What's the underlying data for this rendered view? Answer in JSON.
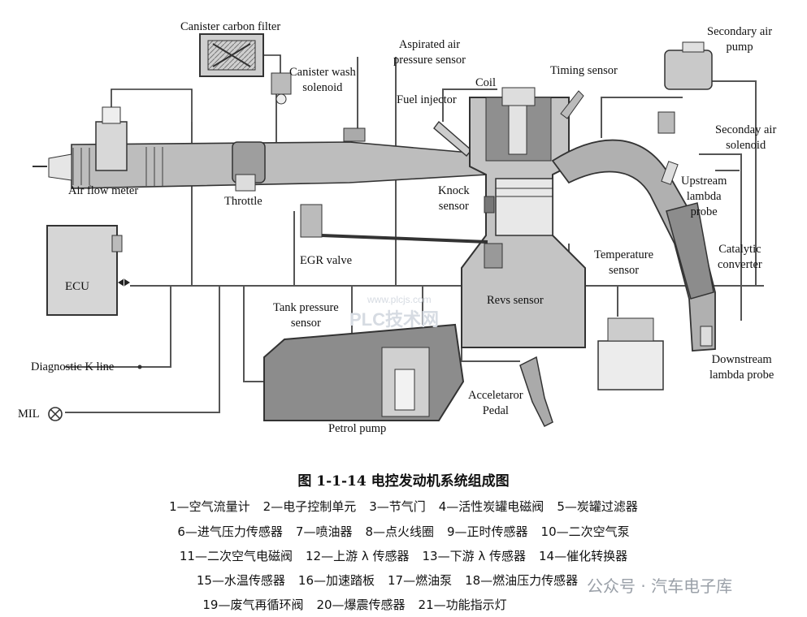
{
  "labels": {
    "canister_filter": "Canister carbon filter",
    "aspirated_sensor": "Aspirated air\npressure sensor",
    "canister_wash": "Canister wash\nsolenoid",
    "coil": "Coil",
    "timing_sensor": "Timing sensor",
    "secondary_pump": "Secondary air\npump",
    "seconday_solenoid": "Seconday air\nsolenoid",
    "fuel_injector": "Fuel injector",
    "air_flow_meter": "Air flow meter",
    "throttle": "Throttle",
    "knock_sensor": "Knock\nsensor",
    "upstream_probe": "Upstream\nlambda\nprobe",
    "egr_valve": "EGR valve",
    "temp_sensor": "Temperature\nsensor",
    "catalytic": "Catalytic\nconverter",
    "ecu": "ECU",
    "revs_sensor": "Revs sensor",
    "tank_sensor": "Tank pressure\nsensor",
    "diag_line": "Diagnostic K line",
    "downstream_probe": "Downstream\nlambda probe",
    "accelerator": "Acceletaror\nPedal",
    "mil": "MIL",
    "petrol_pump": "Petrol pump"
  },
  "watermark": {
    "url": "www.plcjs.com",
    "brand": "PLC技术网",
    "wechat": "公众号 · 汽车电子库"
  },
  "caption": {
    "title": "图 1-1-14    电控发动机系统组成图",
    "legend_rows": [
      [
        "1—空气流量计",
        "2—电子控制单元",
        "3—节气门",
        "4—活性炭罐电磁阀",
        "5—炭罐过滤器"
      ],
      [
        "6—进气压力传感器",
        "7—喷油器",
        "8—点火线圈",
        "9—正时传感器",
        "10—二次空气泵"
      ],
      [
        "11—二次空气电磁阀",
        "12—上游 λ 传感器",
        "13—下游 λ 传感器",
        "14—催化转换器"
      ],
      [
        "15—水温传感器",
        "16—加速踏板",
        "17—燃油泵",
        "18—燃油压力传感器"
      ],
      [
        "19—废气再循环阀",
        "20—爆震传感器",
        "21—功能指示灯"
      ]
    ]
  }
}
